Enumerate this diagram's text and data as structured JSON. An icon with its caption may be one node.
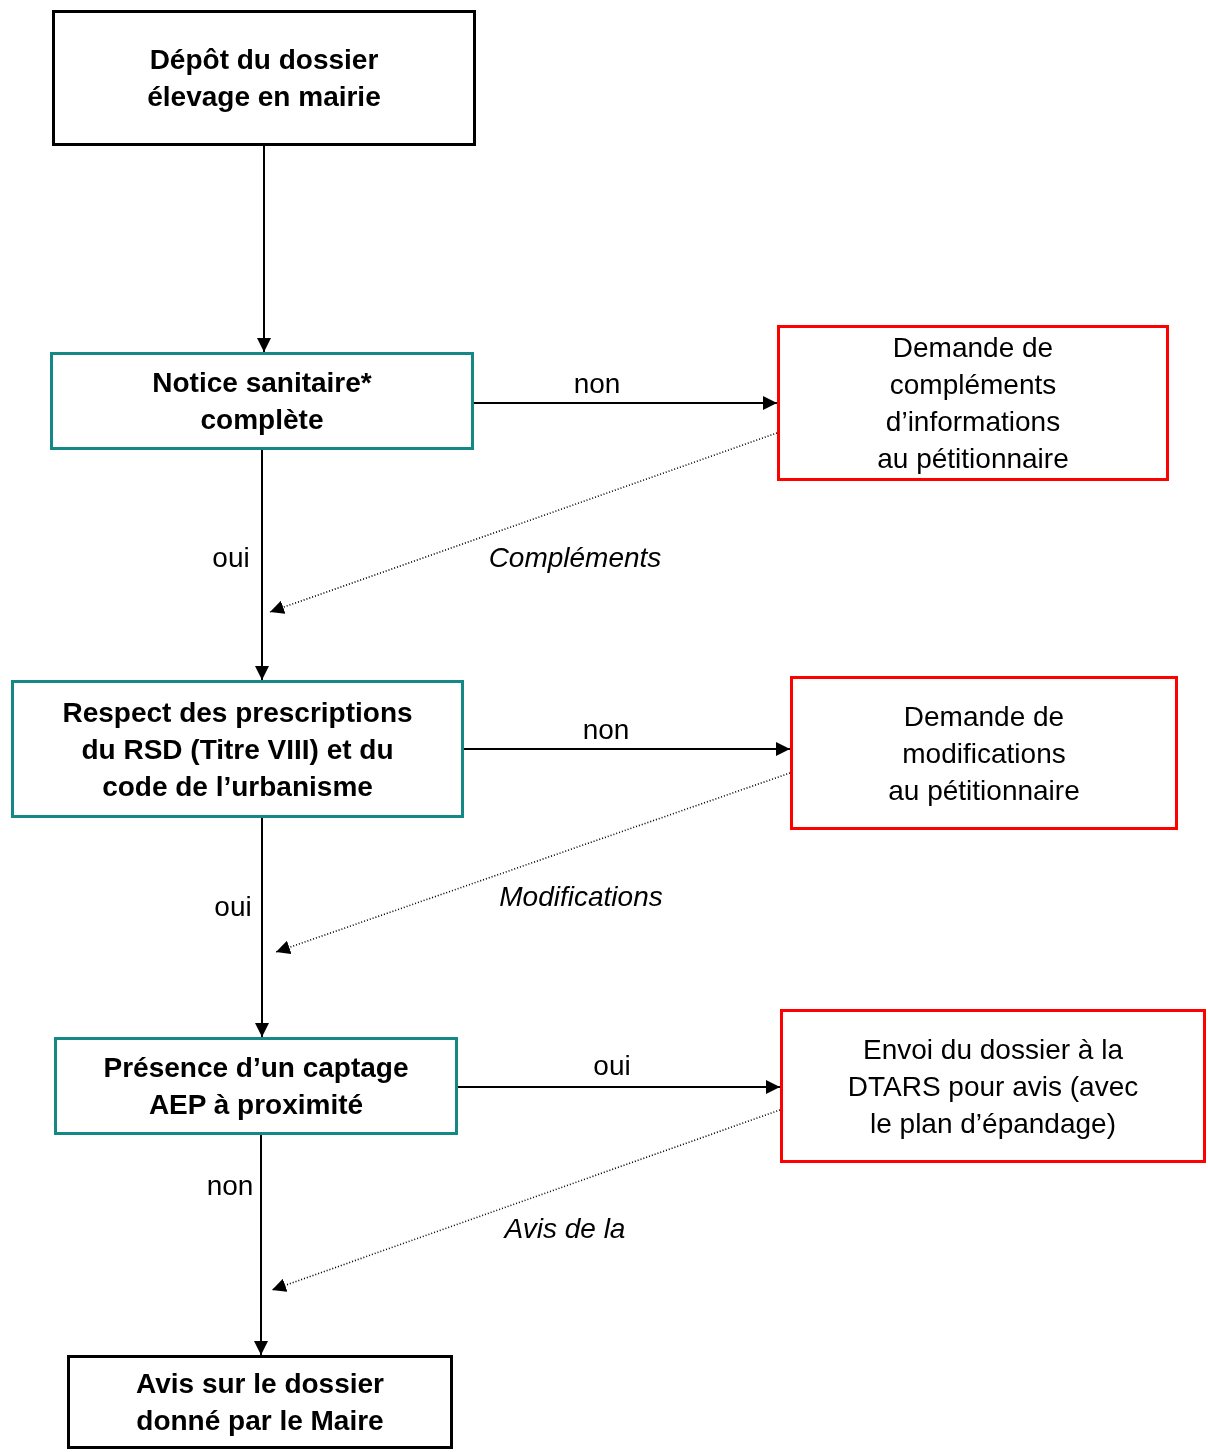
{
  "diagram": {
    "nodes": [
      {
        "text": [
          "Dépôt du dossier élevage en mairie"
        ]
      },
      {
        "text": [
          "Notice sanitaire* complète"
        ]
      },
      {
        "text": [
          "Demande de compléments d’informations au pétitionnaire"
        ]
      },
      {
        "text": [
          "Respect des prescriptions du RSD (Titre VIII) et du code de l’urbanisme"
        ]
      },
      {
        "text": [
          "Demande de modifications au pétitionnaire"
        ]
      },
      {
        "text": [
          "Présence d’un captage AEP à proximité"
        ]
      },
      {
        "text": [
          "Envoi du dossier à la DTARS pour avis (avec le plan d’épandage)"
        ]
      },
      {
        "text": [
          "Avis sur le dossier donné par le Maire"
        ]
      }
    ],
    "edges": [
      {
        "from": 0,
        "to": 1,
        "arrow": "to"
      },
      {
        "from": 1,
        "to": 2,
        "arrow": "to",
        "label": "non"
      },
      {
        "from": 2,
        "to": null,
        "arrow": "to",
        "label": "Compléments",
        "style": "dashed"
      },
      {
        "from": 1,
        "to": 3,
        "arrow": "to",
        "label": "oui"
      },
      {
        "from": 3,
        "to": 4,
        "arrow": "to",
        "label": "non"
      },
      {
        "from": 4,
        "to": null,
        "arrow": "to",
        "label": "Modifications",
        "style": "dashed"
      },
      {
        "from": 3,
        "to": 5,
        "arrow": "to",
        "label": "oui"
      },
      {
        "from": 5,
        "to": 6,
        "arrow": "to",
        "label": "oui"
      },
      {
        "from": 6,
        "to": null,
        "arrow": "to",
        "label": "Avis de la",
        "style": "dashed"
      },
      {
        "from": 5,
        "to": 7,
        "arrow": "to",
        "label": "non"
      }
    ]
  }
}
